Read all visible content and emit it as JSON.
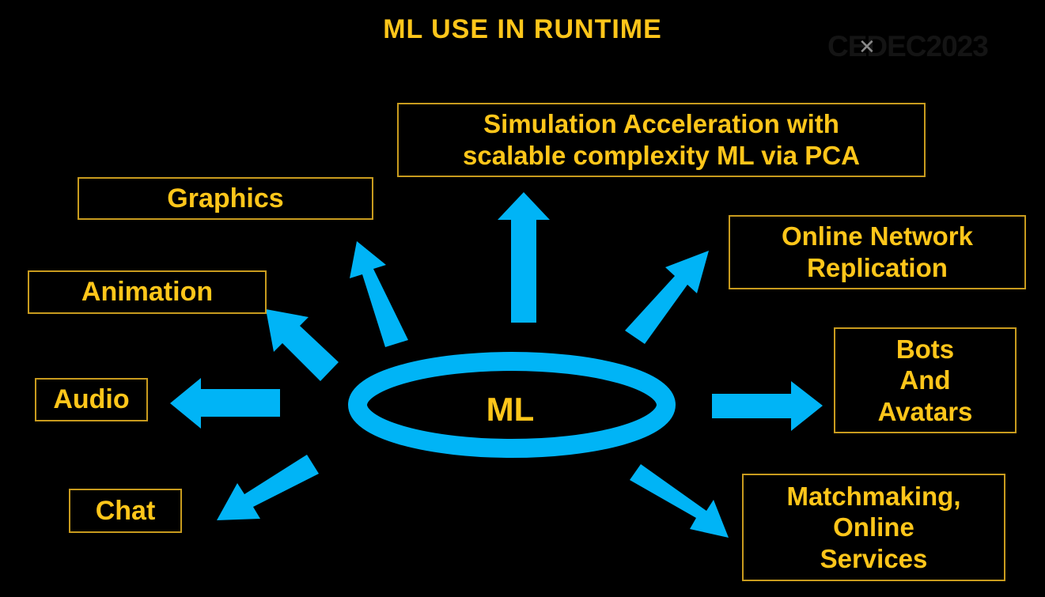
{
  "title": "ML USE IN RUNTIME",
  "watermark": {
    "text": "CEDEC2023",
    "close_icon": "close-icon"
  },
  "center": "ML",
  "boxes": {
    "simulation": "Simulation Acceleration with\nscalable complexity ML via PCA",
    "graphics": "Graphics",
    "animation": "Animation",
    "audio": "Audio",
    "chat": "Chat",
    "network": "Online Network\nReplication",
    "bots": "Bots\nAnd\nAvatars",
    "matchmaking": "Matchmaking,\nOnline\nServices"
  },
  "colors": {
    "text": "#ffc61a",
    "border": "#c89b1e",
    "arrow": "#00b4f6",
    "background": "#000000"
  }
}
